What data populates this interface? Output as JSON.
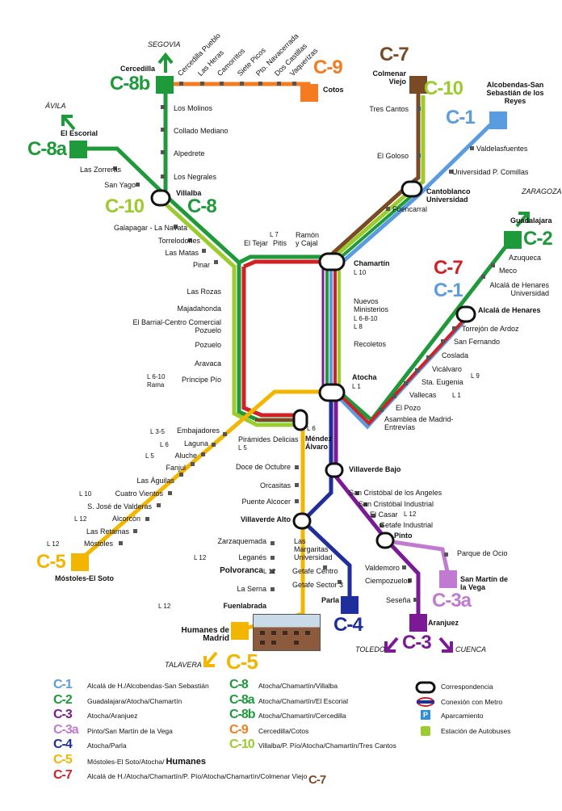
{
  "colors": {
    "C1": "#5b9be0",
    "C2": "#1e9a3a",
    "C3": "#7b1a94",
    "C3a": "#c07bd0",
    "C4": "#1f2e9c",
    "C5": "#f2b600",
    "C7": "#d22027",
    "C8": "#1e9a3a",
    "C9": "#f47b20",
    "C10": "#9ccb2e",
    "C7brown": "#7a4a24",
    "metro": "#1f2e9c",
    "parking": "#2f8fdd"
  },
  "lines": [
    {
      "id": "C-1",
      "color": "#5b9be0"
    },
    {
      "id": "C-2",
      "color": "#1e9a3a"
    },
    {
      "id": "C-3",
      "color": "#7b1a94"
    },
    {
      "id": "C-3a",
      "color": "#c07bd0"
    },
    {
      "id": "C-4",
      "color": "#1f2e9c"
    },
    {
      "id": "C-5",
      "color": "#f2b600"
    },
    {
      "id": "C-7",
      "color": "#d22027"
    },
    {
      "id": "C-8",
      "color": "#1e9a3a"
    },
    {
      "id": "C-8a",
      "color": "#1e9a3a"
    },
    {
      "id": "C-8b",
      "color": "#1e9a3a"
    },
    {
      "id": "C-9",
      "color": "#f47b20"
    },
    {
      "id": "C-10",
      "color": "#9ccb2e"
    }
  ],
  "directions": {
    "segovia": "SEGOVIA",
    "avila": "ÁVILA",
    "zaragoza": "ZARAGOZA",
    "toledo": "TOLEDO",
    "cuenca": "CUENCA",
    "talavera": "TALAVERA"
  },
  "badges": {
    "c8b": "C-8b",
    "c9": "C-9",
    "c7top": "C-7",
    "c10top": "C-10",
    "c1top": "C-1",
    "c8a": "C-8a",
    "c10left": "C-10",
    "c8": "C-8",
    "c2": "C-2",
    "c7right": "C-7",
    "c1right": "C-1",
    "c5left": "C-5",
    "c5bottom": "C-5",
    "c4": "C-4",
    "c3": "C-3",
    "c3a": "C-3a"
  },
  "stations": {
    "cercedilla": "Cercedilla",
    "cotos": "Cotos",
    "colmenar": "Colmenar Viejo",
    "alcobendas": "Alcobendas-San Sebastián de los Reyes",
    "cercedilla_pueblo": "Cercedilla Pueblo",
    "las_heras": "Las Heras",
    "camorritos": "Camorritos",
    "siete_picos": "Siete Picos",
    "pto_navacerrada": "Pto. Navacerrada",
    "dos_castillas": "Dos Castillas",
    "vaquerizas": "Vaquerizas",
    "los_molinos": "Los Molinos",
    "collado": "Collado Mediano",
    "alpedrete": "Alpedrete",
    "los_negrales": "Los Negrales",
    "el_escorial": "El Escorial",
    "las_zorreras": "Las Zorreras",
    "san_yago": "San Yago",
    "villalba": "Villalba",
    "tres_cantos": "Tres Cantos",
    "el_goloso": "El Goloso",
    "valdelasfuentes": "Valdelasfuentes",
    "universidad_comillas": "Universidad P. Comillas",
    "cantoblanco": "Cantoblanco Universidad",
    "galapagar": "Galapagar - La Navata",
    "torrelodones": "Torrelodones",
    "las_matas": "Las Matas",
    "pinar": "Pinar",
    "el_tejar": "El Tejar",
    "pitis": "Pitis",
    "ramon_cajal": "Ramón y Cajal",
    "fuencarral": "Fuencarral",
    "guadalajara": "Guadalajara",
    "chamartin": "Chamartín",
    "las_rozas": "Las Rozas",
    "majadahonda": "Majadahonda",
    "barrial": "El Barrial-Centro Comercial Pozuelo",
    "pozuelo": "Pozuelo",
    "aravaca": "Aravaca",
    "principe_pio": "Príncipe Pío",
    "nuevos_ministerios": "Nuevos Ministerios",
    "recoletos": "Recoletos",
    "atocha": "Atocha",
    "azuqueca": "Azuqueca",
    "meco": "Meco",
    "alcala_univ": "Alcalá de Henares Universidad",
    "alcala": "Alcalá de Henares",
    "torrejon": "Torrejón de Ardoz",
    "san_fernando": "San Fernando",
    "coslada": "Coslada",
    "vicalvaro": "Vicálvaro",
    "sta_eugenia": "Sta. Eugenia",
    "vallecas": "Vallecas",
    "el_pozo": "El Pozo",
    "asamblea": "Asamblea de Madrid-Entrevías",
    "embajadores": "Embajadores",
    "laguna": "Laguna",
    "aluche": "Aluche",
    "fanjul": "Fanjul",
    "las_aguilas": "Las Águilas",
    "cuatro_vientos": "Cuatro Vientos",
    "san_jose": "S. José de Valderas",
    "alcorcon": "Alcorcón",
    "las_retamas": "Las Retamas",
    "mostoles": "Móstoles",
    "mostoles_soto": "Móstoles-El Soto",
    "piramides": "Pirámides",
    "delicias": "Delicias",
    "mendez_alvaro": "Méndez Álvaro",
    "doce_octubre": "Doce de Octubre",
    "orcasitas": "Orcasitas",
    "puente_alcocer": "Puente Alcocer",
    "villaverde_alto": "Villaverde Alto",
    "villaverde_bajo": "Villaverde Bajo",
    "san_cristobal": "San Cristóbal de los Angeles",
    "san_cristobal_ind": "San Cristóbal Industrial",
    "el_casar": "El Casar",
    "getafe_ind": "Getafe Industrial",
    "pinto": "Pinto",
    "parque_ocio": "Parque de Ocio",
    "san_martin": "San Martín de la Vega",
    "zarzaquemada": "Zarzaquemada",
    "leganes": "Leganés",
    "polvoranca": "Polvoranca",
    "la_serna": "La Serna",
    "fuenlabrada": "Fuenlabrada",
    "humanes": "Humanes de Madrid",
    "las_margaritas": "Las Margaritas Universidad",
    "getafe_centro": "Getafe Centro",
    "getafe_sector3": "Getafe Sector 3",
    "parla": "Parla",
    "valdemoro": "Valdemoro",
    "ciempozuelos": "Ciempozuelos",
    "sesena": "Seseña",
    "aranjuez": "Aranjuez"
  },
  "metro_refs": {
    "pitis": "L 7",
    "chamartin": "L 10",
    "nuevos_ministerios": "L 6-8-10",
    "nm_l8": "L 8",
    "atocha": "L 1",
    "vicalvaro": "L 9",
    "vallecas": "L 1",
    "principe_pio": "L 6-10 Rama",
    "embajadores": "L 3-5",
    "laguna": "L 6",
    "aluche": "L 5",
    "cuatro_vientos": "L 10",
    "alcorcon": "L 12",
    "mostoles": "L 12",
    "piramides": "L 5",
    "mendez_alvaro": "L 6",
    "el_casar": "L 12",
    "leganes": "L 12",
    "getafe_centro": "L 12",
    "fuenlabrada": "L 12"
  },
  "legend": {
    "items": [
      {
        "badge": "C-1",
        "text": "Alcalá de H./Alcobendas-San Sebastián",
        "color": "#5b9be0"
      },
      {
        "badge": "C-2",
        "text": "Guadalajara/Atocha/Chamartín",
        "color": "#1e9a3a"
      },
      {
        "badge": "C-3",
        "text": "Atocha/Aranjuez",
        "color": "#7b1a94"
      },
      {
        "badge": "C-3a",
        "text": "Pinto/San Martín de la Vega",
        "color": "#c07bd0"
      },
      {
        "badge": "C-4",
        "text": "Atocha/Parla",
        "color": "#1f2e9c"
      },
      {
        "badge": "C-5",
        "text": "Móstoles-El Soto/Atocha/",
        "text2": "Humanes",
        "color": "#f2b600"
      },
      {
        "badge": "C-7",
        "text": "Alcalá de H./Atocha/Chamartín/P. Pío/Atocha/Chamartín/Colmenar Viejo",
        "color": "#d22027"
      },
      {
        "badge": "C-8",
        "text": "Atocha/Chamartín/Villalba",
        "color": "#1e9a3a"
      },
      {
        "badge": "C-8a",
        "text": "Atocha/Chamartín/El Escorial",
        "color": "#1e9a3a"
      },
      {
        "badge": "C-8b",
        "text": "Atocha/Chamartín/Cercedilla",
        "color": "#1e9a3a"
      },
      {
        "badge": "C-9",
        "text": "Cercedilla/Cotos",
        "color": "#f47b20"
      },
      {
        "badge": "C-10",
        "text": "Villalba/P. Pío/Atocha/Chamartín/Tres Cantos",
        "color": "#9ccb2e"
      }
    ],
    "c7_brown": "C-7",
    "symbols": {
      "correspondencia": "Correspondencia",
      "metro": "Conexión con Metro",
      "parking": "Aparcamiento",
      "bus": "Estación de Autobuses",
      "parking_glyph": "P"
    }
  }
}
